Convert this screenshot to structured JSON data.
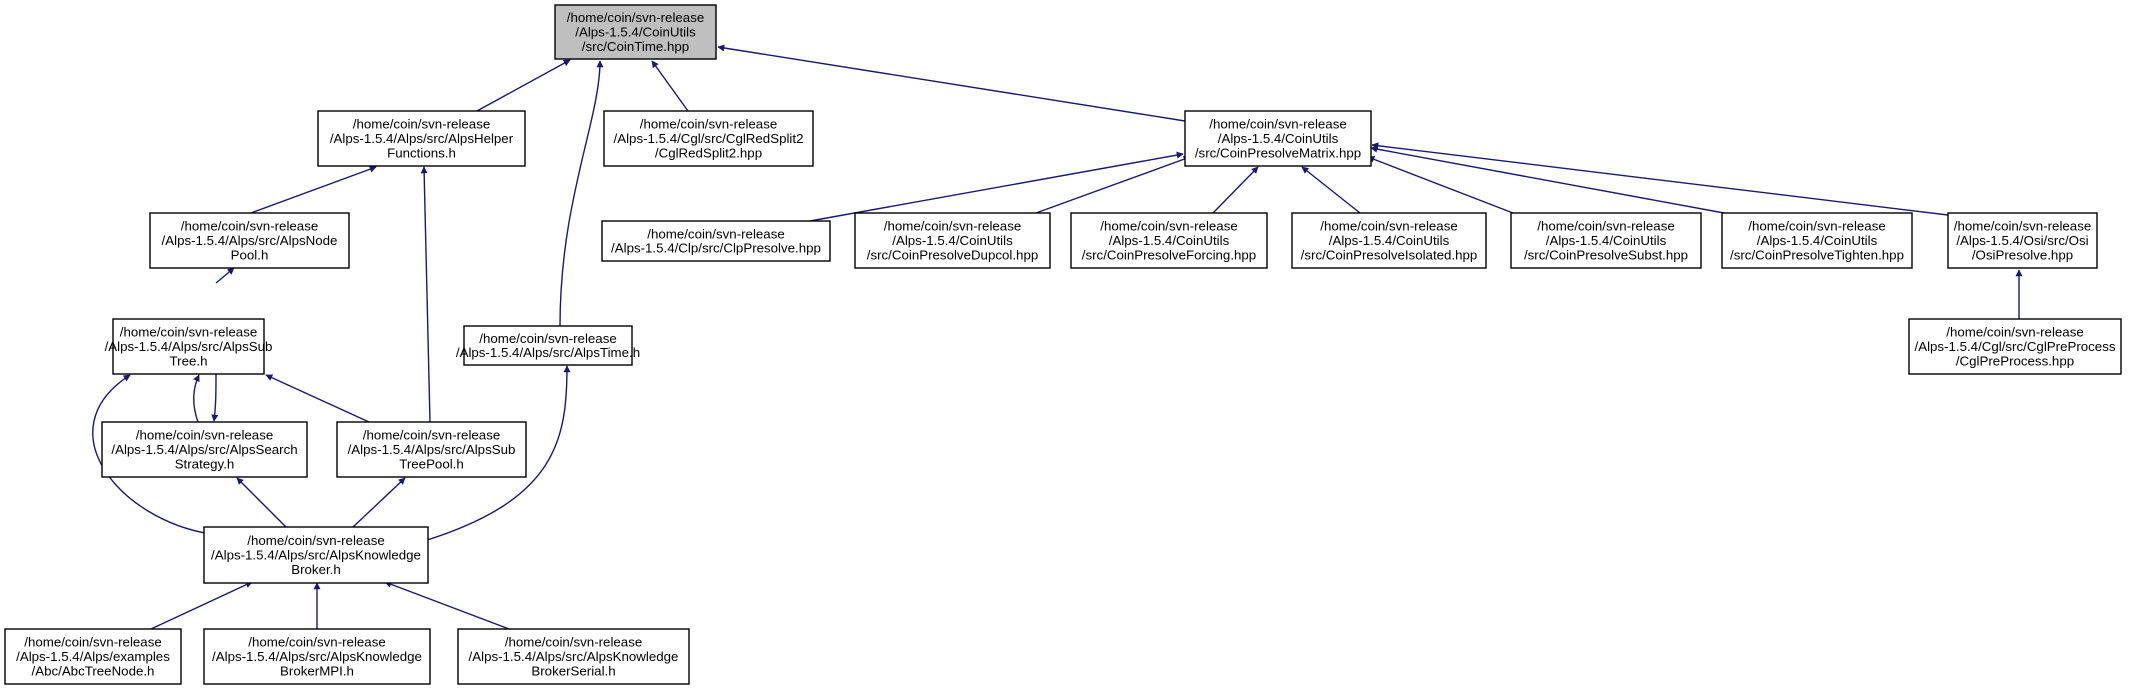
{
  "colors": {
    "edge": "#191970",
    "node_fill": "#ffffff",
    "root_fill": "#bfbfbf",
    "border": "#000000"
  },
  "nodes": [
    {
      "id": "cointime",
      "lines": [
        "/home/coin/svn-release",
        "/Alps-1.5.4/CoinUtils",
        "/src/CoinTime.hpp"
      ],
      "root": true
    },
    {
      "id": "alpshelper",
      "lines": [
        "/home/coin/svn-release",
        "/Alps-1.5.4/Alps/src/AlpsHelper",
        "Functions.h"
      ]
    },
    {
      "id": "cglredsplit2",
      "lines": [
        "/home/coin/svn-release",
        "/Alps-1.5.4/Cgl/src/CglRedSplit2",
        "/CglRedSplit2.hpp"
      ]
    },
    {
      "id": "coinpresolvematrix",
      "lines": [
        "/home/coin/svn-release",
        "/Alps-1.5.4/CoinUtils",
        "/src/CoinPresolveMatrix.hpp"
      ]
    },
    {
      "id": "alpsnodepool",
      "lines": [
        "/home/coin/svn-release",
        "/Alps-1.5.4/Alps/src/AlpsNode",
        "Pool.h"
      ]
    },
    {
      "id": "clppresolve",
      "lines": [
        "/home/coin/svn-release",
        "/Alps-1.5.4/Clp/src/ClpPresolve.hpp"
      ]
    },
    {
      "id": "dupcol",
      "lines": [
        "/home/coin/svn-release",
        "/Alps-1.5.4/CoinUtils",
        "/src/CoinPresolveDupcol.hpp"
      ]
    },
    {
      "id": "forcing",
      "lines": [
        "/home/coin/svn-release",
        "/Alps-1.5.4/CoinUtils",
        "/src/CoinPresolveForcing.hpp"
      ]
    },
    {
      "id": "isolated",
      "lines": [
        "/home/coin/svn-release",
        "/Alps-1.5.4/CoinUtils",
        "/src/CoinPresolveIsolated.hpp"
      ]
    },
    {
      "id": "subst",
      "lines": [
        "/home/coin/svn-release",
        "/Alps-1.5.4/CoinUtils",
        "/src/CoinPresolveSubst.hpp"
      ]
    },
    {
      "id": "tighten",
      "lines": [
        "/home/coin/svn-release",
        "/Alps-1.5.4/CoinUtils",
        "/src/CoinPresolveTighten.hpp"
      ]
    },
    {
      "id": "osipresolve",
      "lines": [
        "/home/coin/svn-release",
        "/Alps-1.5.4/Osi/src/Osi",
        "/OsiPresolve.hpp"
      ]
    },
    {
      "id": "alpssubtree",
      "lines": [
        "/home/coin/svn-release",
        "/Alps-1.5.4/Alps/src/AlpsSub",
        "Tree.h"
      ]
    },
    {
      "id": "alpstime",
      "lines": [
        "/home/coin/svn-release",
        "/Alps-1.5.4/Alps/src/AlpsTime.h"
      ]
    },
    {
      "id": "cglpreprocess",
      "lines": [
        "/home/coin/svn-release",
        "/Alps-1.5.4/Cgl/src/CglPreProcess",
        "/CglPreProcess.hpp"
      ]
    },
    {
      "id": "alpssearch",
      "lines": [
        "/home/coin/svn-release",
        "/Alps-1.5.4/Alps/src/AlpsSearch",
        "Strategy.h"
      ]
    },
    {
      "id": "alpssubtreepool",
      "lines": [
        "/home/coin/svn-release",
        "/Alps-1.5.4/Alps/src/AlpsSub",
        "TreePool.h"
      ]
    },
    {
      "id": "knowledgebroker",
      "lines": [
        "/home/coin/svn-release",
        "/Alps-1.5.4/Alps/src/AlpsKnowledge",
        "Broker.h"
      ]
    },
    {
      "id": "abctreenode",
      "lines": [
        "/home/coin/svn-release",
        "/Alps-1.5.4/Alps/examples",
        "/Abc/AbcTreeNode.h"
      ]
    },
    {
      "id": "brokermpi",
      "lines": [
        "/home/coin/svn-release",
        "/Alps-1.5.4/Alps/src/AlpsKnowledge",
        "BrokerMPI.h"
      ]
    },
    {
      "id": "brokerserial",
      "lines": [
        "/home/coin/svn-release",
        "/Alps-1.5.4/Alps/src/AlpsKnowledge",
        "BrokerSerial.h"
      ]
    }
  ],
  "edges": [
    {
      "from": "alpshelper",
      "to": "cointime"
    },
    {
      "from": "cglredsplit2",
      "to": "cointime"
    },
    {
      "from": "coinpresolvematrix",
      "to": "cointime"
    },
    {
      "from": "alpstime",
      "to": "cointime"
    },
    {
      "from": "alpsnodepool",
      "to": "alpshelper"
    },
    {
      "from": "alpssubtreepool",
      "to": "alpshelper"
    },
    {
      "from": "clppresolve",
      "to": "coinpresolvematrix"
    },
    {
      "from": "dupcol",
      "to": "coinpresolvematrix"
    },
    {
      "from": "forcing",
      "to": "coinpresolvematrix"
    },
    {
      "from": "isolated",
      "to": "coinpresolvematrix"
    },
    {
      "from": "subst",
      "to": "coinpresolvematrix"
    },
    {
      "from": "tighten",
      "to": "coinpresolvematrix"
    },
    {
      "from": "osipresolve",
      "to": "coinpresolvematrix"
    },
    {
      "from": "alpssubtree",
      "to": "alpsnodepool"
    },
    {
      "from": "cglpreprocess",
      "to": "osipresolve"
    },
    {
      "from": "alpssearch",
      "to": "alpssubtree"
    },
    {
      "from": "alpssubtree",
      "to": "alpssearch"
    },
    {
      "from": "alpssubtreepool",
      "to": "alpssubtree"
    },
    {
      "from": "knowledgebroker",
      "to": "alpssubtree"
    },
    {
      "from": "knowledgebroker",
      "to": "alpstime"
    },
    {
      "from": "knowledgebroker",
      "to": "alpssearch"
    },
    {
      "from": "knowledgebroker",
      "to": "alpssubtreepool"
    },
    {
      "from": "abctreenode",
      "to": "knowledgebroker"
    },
    {
      "from": "brokermpi",
      "to": "knowledgebroker"
    },
    {
      "from": "brokerserial",
      "to": "knowledgebroker"
    }
  ]
}
